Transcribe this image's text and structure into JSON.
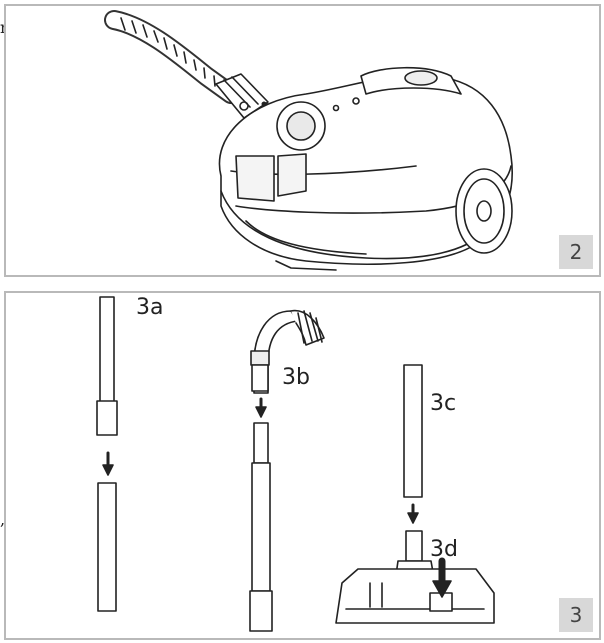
{
  "figure": {
    "panel_top": {
      "step_number": "2"
    },
    "panel_bottom": {
      "step_number": "3",
      "labels": {
        "a": "3a",
        "b": "3b",
        "c": "3c",
        "d": "3d"
      }
    },
    "edge_glyphs": {
      "top_left": "n",
      "mid_left": ","
    }
  }
}
